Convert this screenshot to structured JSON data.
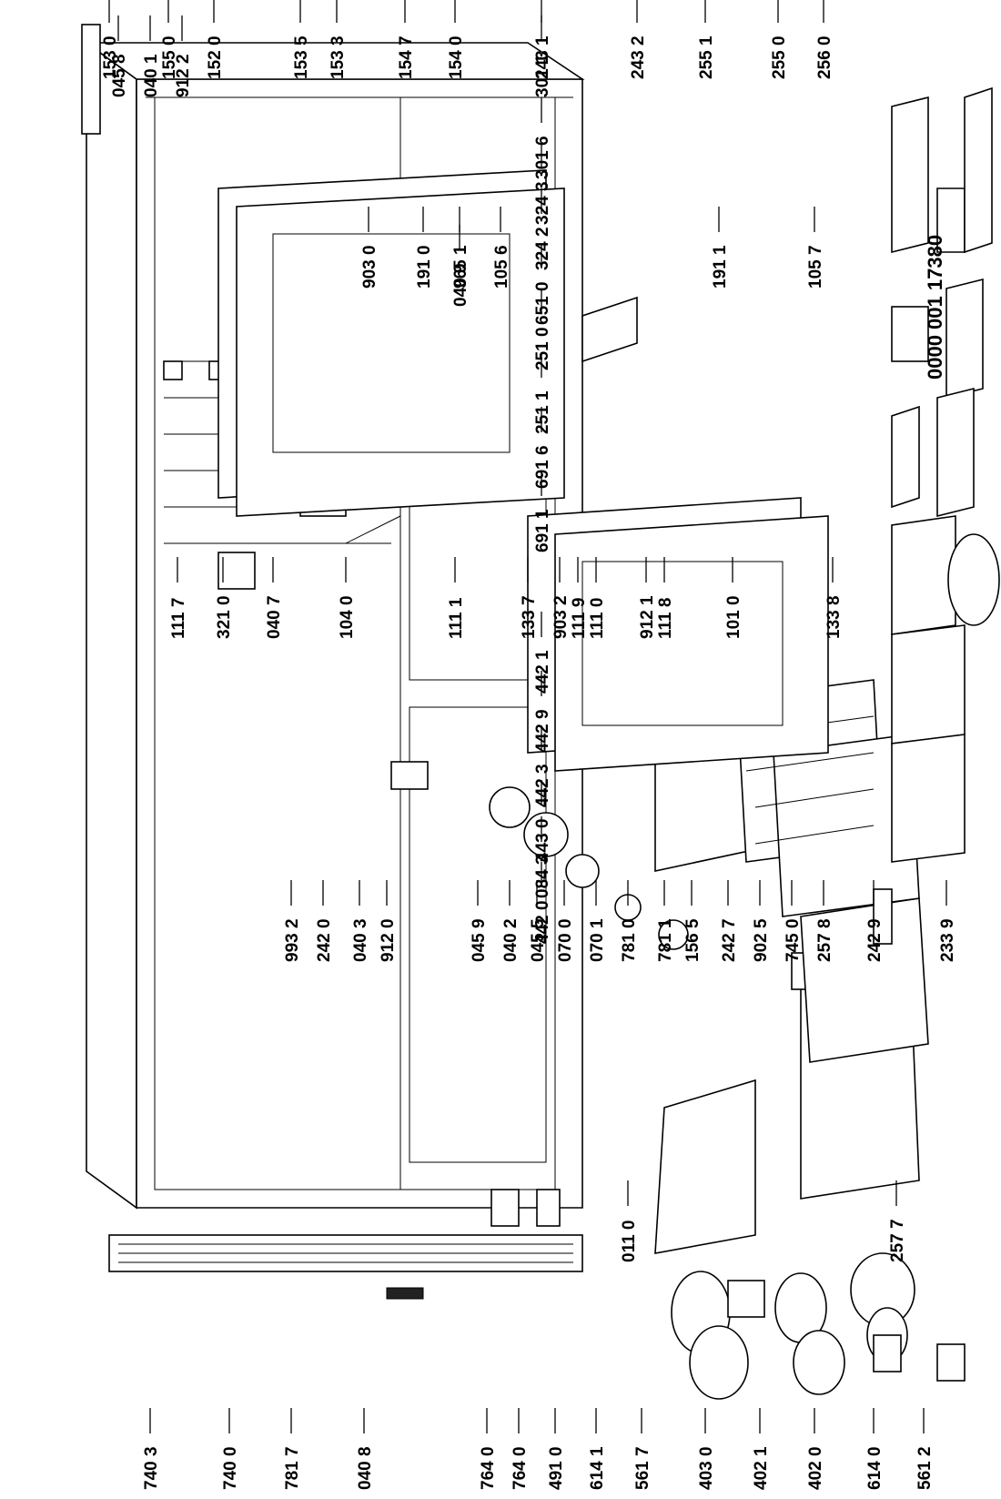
{
  "document_number": "0000 001 17380",
  "labels": [
    "740 3",
    "740 0",
    "781 7",
    "040 8",
    "764 0",
    "764 0",
    "491 0",
    "614 1",
    "561 7",
    "403 0",
    "402 1",
    "402 0",
    "614 0",
    "561 2",
    "011 0",
    "257 7",
    "045 8",
    "040 1",
    "912 2",
    "993 2",
    "242 0",
    "040 3",
    "912 0",
    "045 9",
    "040 2",
    "045 5",
    "070 0",
    "070 1",
    "781 0",
    "781 1",
    "156 5",
    "242 7",
    "902 5",
    "745 0",
    "257 8",
    "242 9",
    "233 9",
    "301 1",
    "301 6",
    "324 3",
    "324 2",
    "651 0",
    "251 0",
    "251 1",
    "691 6",
    "691 1",
    "442 1",
    "442 9",
    "442 3",
    "443 0",
    "084 3",
    "442 0",
    "111 7",
    "321 0",
    "040 7",
    "104 0",
    "111 1",
    "133 7",
    "903 2",
    "111 9",
    "111 0",
    "912 1",
    "111 8",
    "101 0",
    "133 8",
    "040 9",
    "903 0",
    "191 0",
    "965 1",
    "105 6",
    "191 1",
    "105 7",
    "153 0",
    "155 0",
    "152 0",
    "153 5",
    "153 3",
    "154 7",
    "154 0",
    "243 1",
    "243 2",
    "255 1",
    "255 0",
    "256 0"
  ]
}
